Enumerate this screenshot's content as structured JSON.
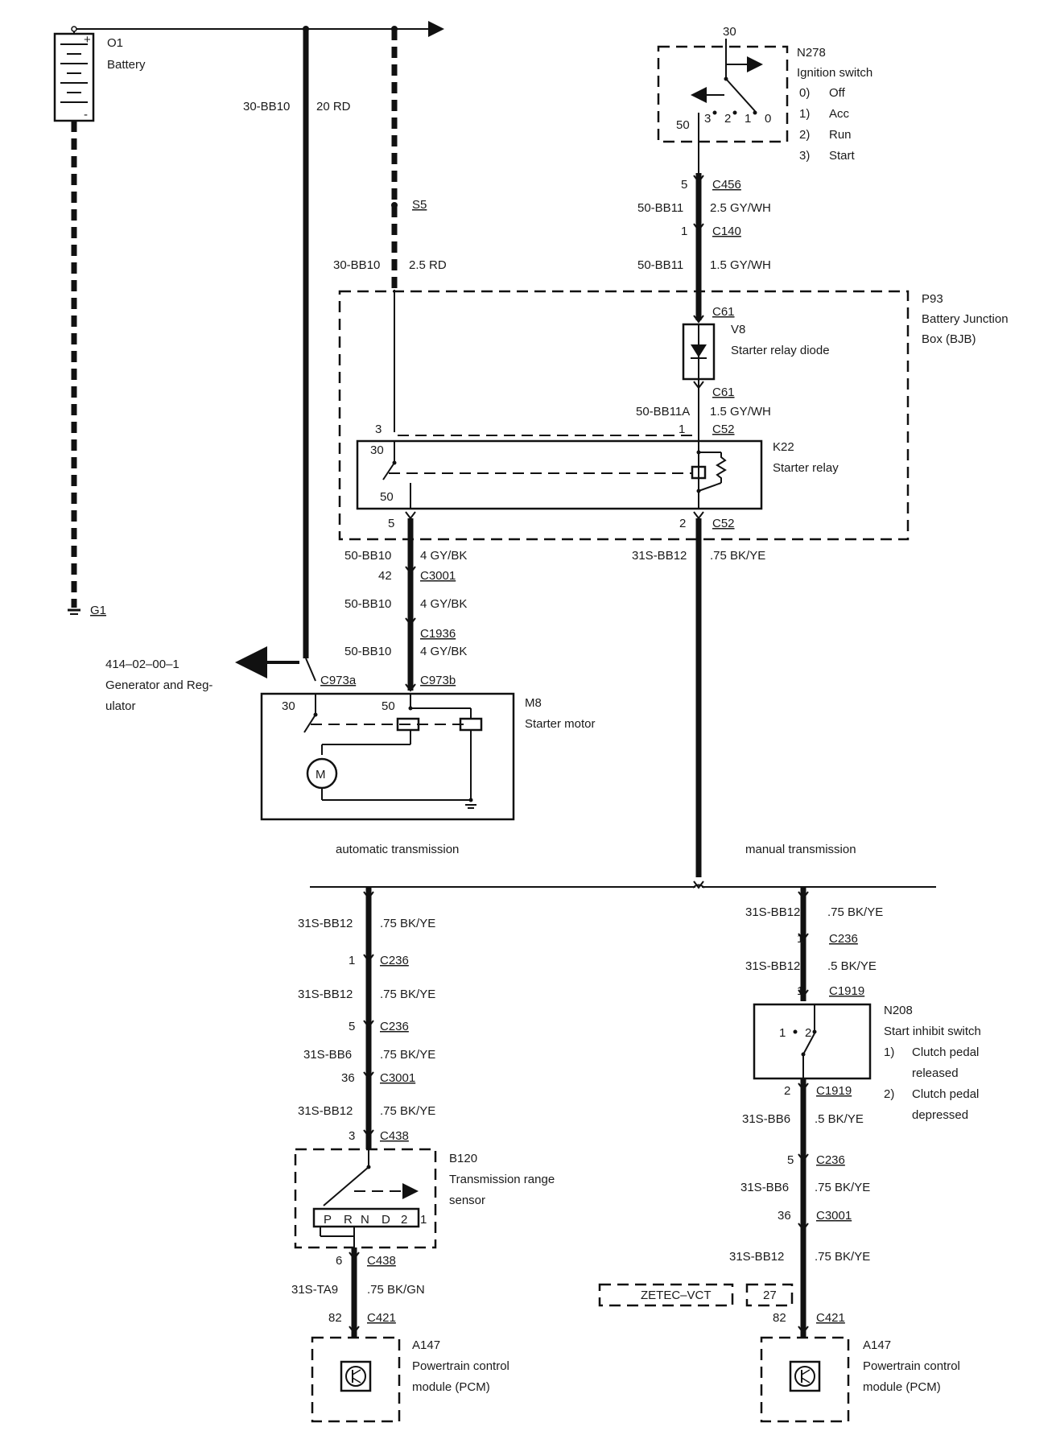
{
  "components": {
    "battery": {
      "id": "O1",
      "name": "Battery",
      "plus": "+",
      "minus": "-"
    },
    "ground": {
      "id": "G1"
    },
    "ignition": {
      "id": "N278",
      "name": "Ignition switch",
      "pin_in": "30",
      "pin_out": "50",
      "positions": [
        "3",
        "2",
        "1",
        "0"
      ],
      "legend": [
        [
          "0)",
          "Off"
        ],
        [
          "1)",
          "Acc"
        ],
        [
          "2)",
          "Run"
        ],
        [
          "3)",
          "Start"
        ]
      ]
    },
    "splice": {
      "id": "S5"
    },
    "bjb": {
      "id": "P93",
      "name_line1": "Battery Junction",
      "name_line2": "Box (BJB)"
    },
    "diode": {
      "id": "V8",
      "name": "Starter relay diode"
    },
    "relay": {
      "id": "K22",
      "name": "Starter relay",
      "pin30": "30",
      "pin50": "50"
    },
    "starter": {
      "id": "M8",
      "name": "Starter motor",
      "pin30": "30",
      "pin50": "50",
      "motor": "M"
    },
    "generator_ref": {
      "code": "414–02–00–1",
      "line1": "Generator and Reg-",
      "line2": "ulator"
    },
    "trs": {
      "id": "B120",
      "name_line1": "Transmission range",
      "name_line2": "sensor",
      "positions": [
        "P",
        "R",
        "N",
        "D",
        "2",
        "1"
      ]
    },
    "inhibit": {
      "id": "N208",
      "name": "Start inhibit switch",
      "pin1": "1",
      "pin2": "2",
      "legend": [
        [
          "1)",
          "Clutch pedal",
          "released"
        ],
        [
          "2)",
          "Clutch pedal",
          "depressed"
        ]
      ]
    },
    "pcm_left": {
      "id": "A147",
      "line1": "Powertrain control",
      "line2": "module (PCM)"
    },
    "pcm_right": {
      "id": "A147",
      "line1": "Powertrain control",
      "line2": "module (PCM)"
    }
  },
  "branches": {
    "auto": "automatic transmission",
    "manual": "manual transmission"
  },
  "zetec": {
    "label": "ZETEC–VCT",
    "pin": "27"
  },
  "labels": {
    "w_main_code": "30-BB10",
    "w_main_spec": "20 RD",
    "w_s5_code": "30-BB10",
    "w_s5_spec": "2.5 RD",
    "ign_c456_pin": "5",
    "ign_c456": "C456",
    "ign_w1_code": "50-BB11",
    "ign_w1_spec": "2.5 GY/WH",
    "ign_c140_pin": "1",
    "ign_c140": "C140",
    "ign_w2_code": "50-BB11",
    "ign_w2_spec": "1.5 GY/WH",
    "c61_top": "C61",
    "c61_bot": "C61",
    "w_50bb11a_code": "50-BB11A",
    "w_50bb11a_spec": "1.5 GY/WH",
    "relay_pin3": "3",
    "relay_pin1": "1",
    "c52_top": "C52",
    "relay_pin5": "5",
    "relay_pin2": "2",
    "c52_bot": "C52",
    "w_50bb10a_code": "50-BB10",
    "w_50bb10a_spec": "4 GY/BK",
    "c3001_pin": "42",
    "c3001": "C3001",
    "w_50bb10b_code": "50-BB10",
    "w_50bb10b_spec": "4 GY/BK",
    "c1936": "C1936",
    "w_50bb10c_code": "50-BB10",
    "w_50bb10c_spec": "4 GY/BK",
    "c973a": "C973a",
    "c973b": "C973b",
    "w_31s_code": "31S-BB12",
    "w_31s_spec": ".75 BK/YE"
  },
  "auto_chain": [
    {
      "code": "31S-BB12",
      "spec": ".75 BK/YE"
    },
    {
      "pin": "1",
      "conn": "C236"
    },
    {
      "code": "31S-BB12",
      "spec": ".75 BK/YE"
    },
    {
      "pin": "5",
      "conn": "C236"
    },
    {
      "code": "31S-BB6",
      "spec": ".75 BK/YE"
    },
    {
      "pin": "36",
      "conn": "C3001"
    },
    {
      "code": "31S-BB12",
      "spec": ".75 BK/YE"
    },
    {
      "pin": "3",
      "conn": "C438"
    },
    {
      "pin": "6",
      "conn": "C438"
    },
    {
      "code": "31S-TA9",
      "spec": ".75 BK/GN"
    },
    {
      "pin": "82",
      "conn": "C421"
    }
  ],
  "manual_chain": [
    {
      "code": "31S-BB12",
      "spec": ".75 BK/YE"
    },
    {
      "pin": "1",
      "conn": "C236"
    },
    {
      "code": "31S-BB12",
      "spec": ".5 BK/YE"
    },
    {
      "pin": "1",
      "conn": "C1919"
    },
    {
      "pin": "2",
      "conn": "C1919"
    },
    {
      "code": "31S-BB6",
      "spec": ".5 BK/YE"
    },
    {
      "pin": "5",
      "conn": "C236"
    },
    {
      "code": "31S-BB6",
      "spec": ".75 BK/YE"
    },
    {
      "pin": "36",
      "conn": "C3001"
    },
    {
      "code": "31S-BB12",
      "spec": ".75 BK/YE"
    },
    {
      "pin": "82",
      "conn": "C421"
    }
  ]
}
